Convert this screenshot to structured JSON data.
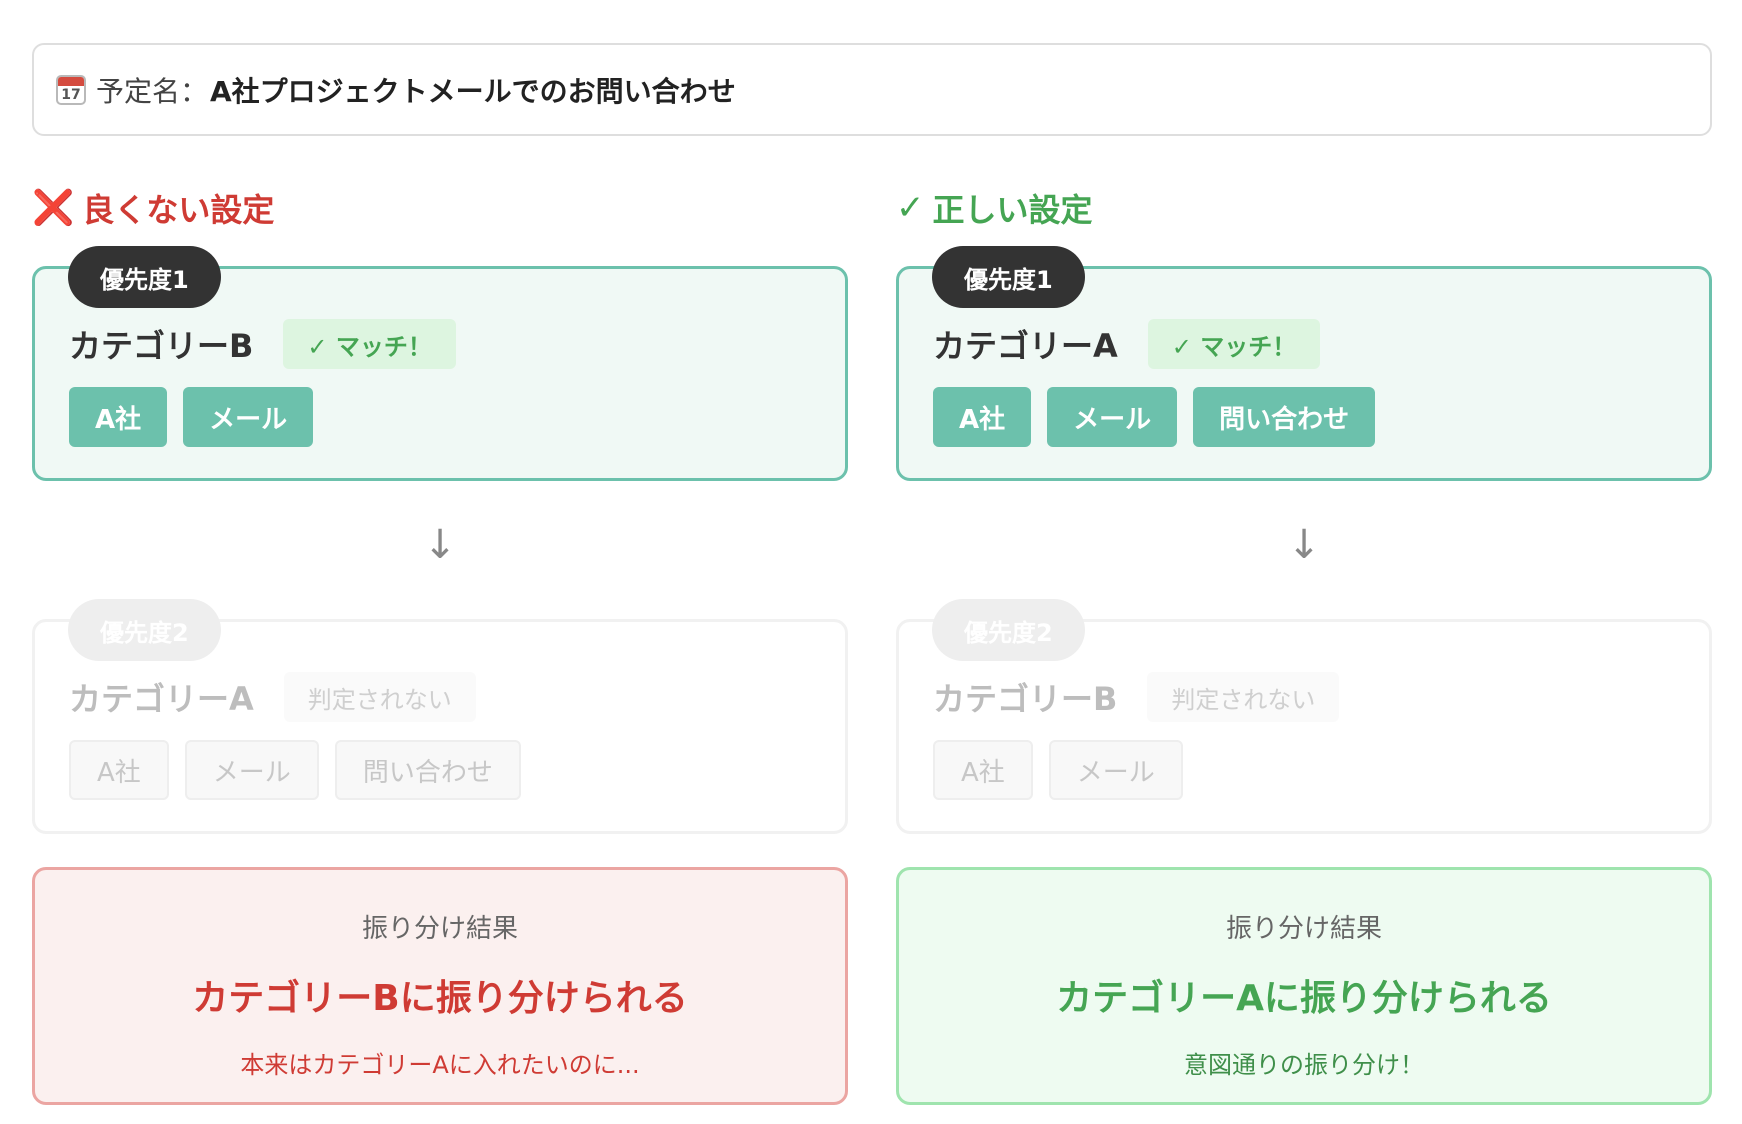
{
  "schedule": {
    "icon": "calendar-icon",
    "icon_number": "17",
    "label": "予定名：",
    "value": "A社プロジェクトメールでのお問い合わせ"
  },
  "bad_setting": {
    "mark": "❌",
    "heading": "良くない設定",
    "rule1": {
      "priority": "優先度1",
      "category": "カテゴリーB",
      "status": "✓ マッチ！",
      "tags": [
        "A社",
        "メール"
      ]
    },
    "arrow": "↓",
    "rule2": {
      "priority": "優先度2",
      "category": "カテゴリーA",
      "status": "判定されない",
      "tags": [
        "A社",
        "メール",
        "問い合わせ"
      ]
    },
    "result": {
      "title": "振り分け結果",
      "main": "カテゴリーBに振り分けられる",
      "sub": "本来はカテゴリーAに入れたいのに..."
    }
  },
  "good_setting": {
    "mark": "✓",
    "heading": "正しい設定",
    "rule1": {
      "priority": "優先度1",
      "category": "カテゴリーA",
      "status": "✓ マッチ！",
      "tags": [
        "A社",
        "メール",
        "問い合わせ"
      ]
    },
    "arrow": "↓",
    "rule2": {
      "priority": "優先度2",
      "category": "カテゴリーB",
      "status": "判定されない",
      "tags": [
        "A社",
        "メール"
      ]
    },
    "result": {
      "title": "振り分け結果",
      "main": "カテゴリーAに振り分けられる",
      "sub": "意図通りの振り分け！"
    }
  },
  "colors": {
    "accent_teal": "#6cc1ac",
    "bad_red": "#cf3b34",
    "good_green": "#45a553"
  }
}
